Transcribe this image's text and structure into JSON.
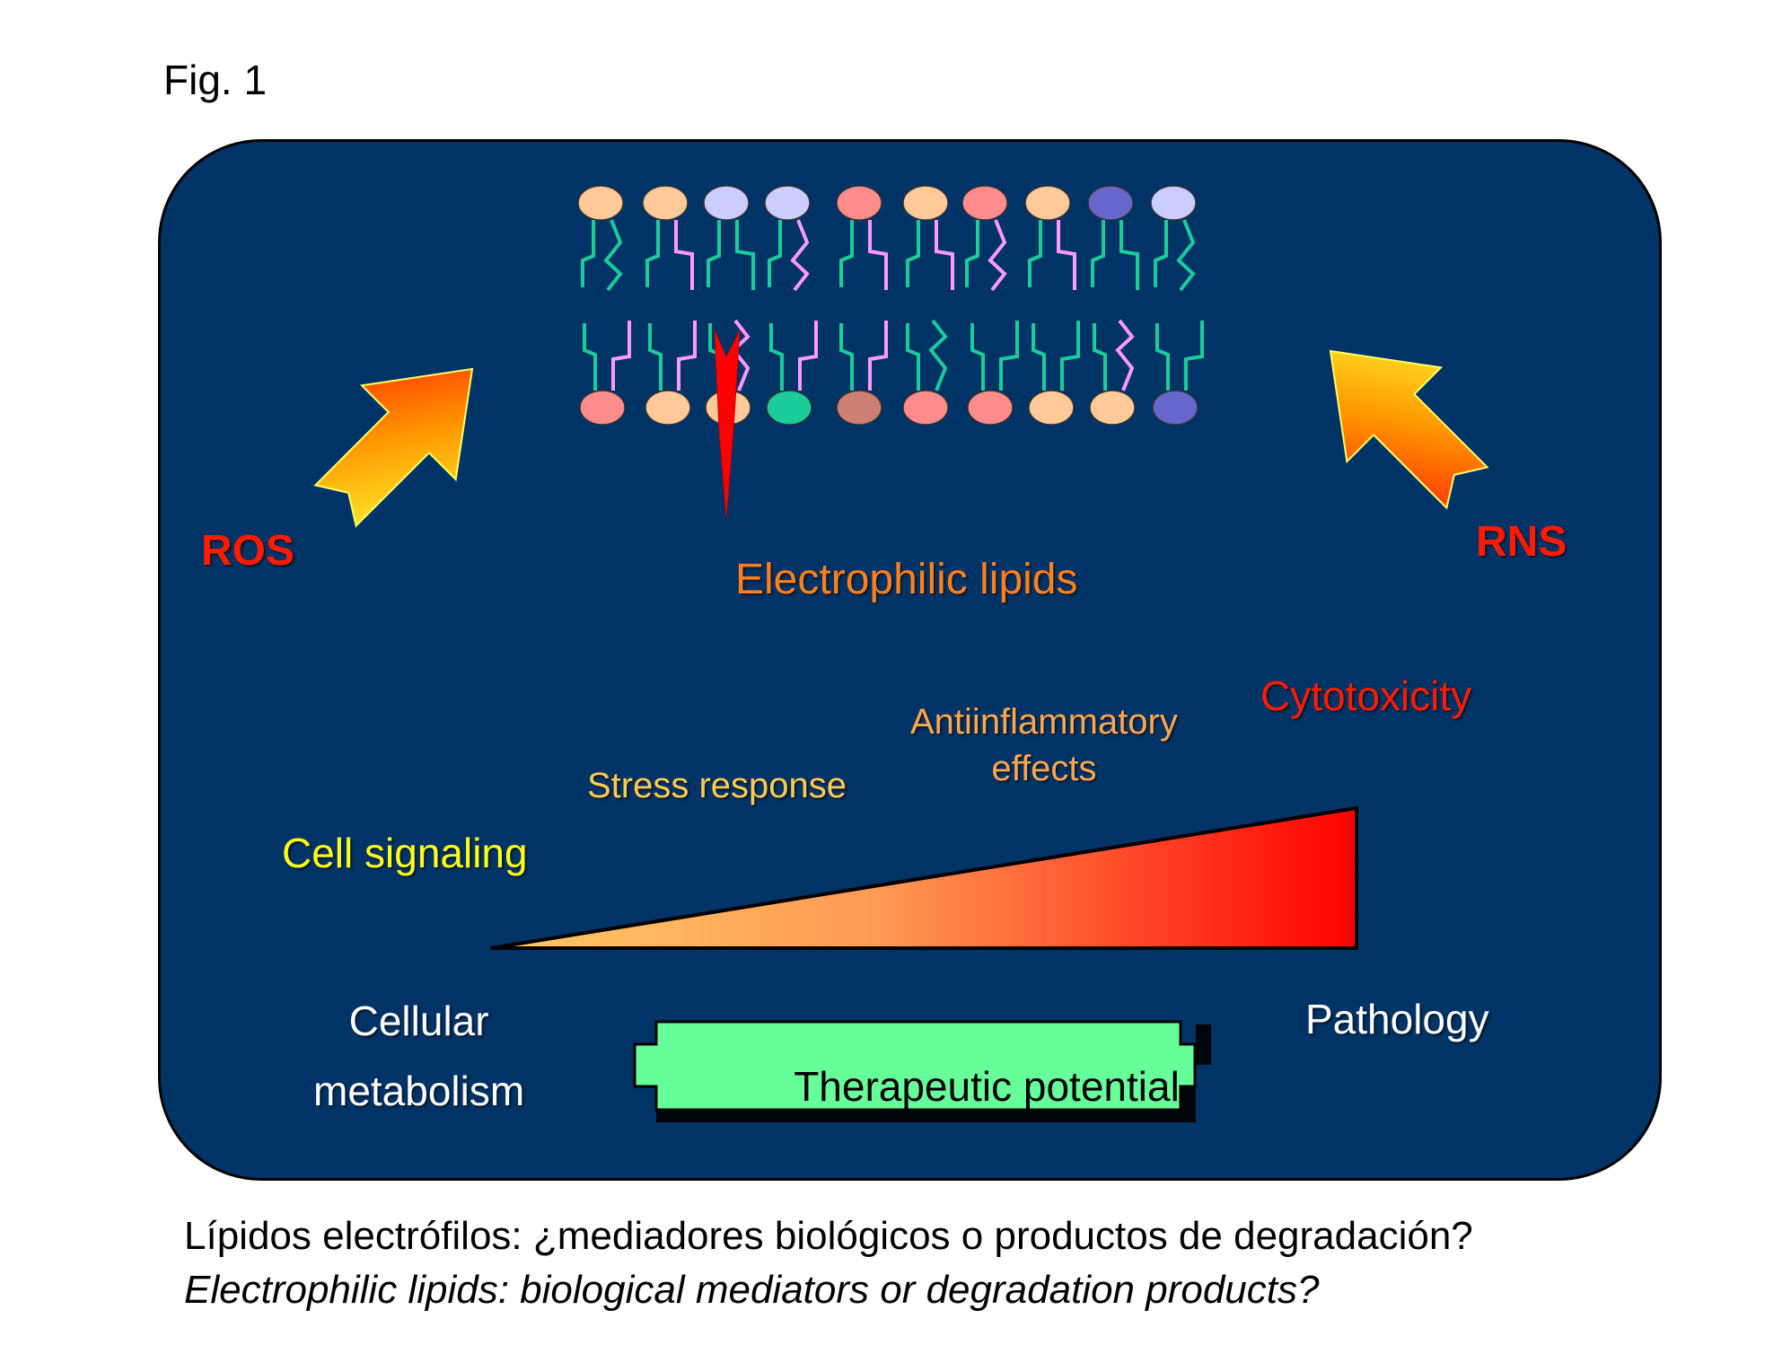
{
  "figure_label": "Fig. 1",
  "labels": {
    "ros": "ROS",
    "rns": "RNS",
    "electrophilic_lipids": "Electrophilic lipids",
    "cytotoxicity": "Cytotoxicity",
    "antiinflammatory_line1": "Antiinflammatory",
    "antiinflammatory_line2": "effects",
    "stress_response": "Stress response",
    "cell_signaling": "Cell signaling",
    "cellular_metabolism_line1": "Cellular",
    "cellular_metabolism_line2": "metabolism",
    "pathology": "Pathology",
    "therapeutic_potential": "Therapeutic potential"
  },
  "caption": {
    "spanish": "Lípidos electrófilos: ¿mediadores biológicos o productos de degradación?",
    "english": "Electrophilic lipids: biological mediators or degradation products?"
  },
  "colors": {
    "panel_background": "#003366",
    "oxidant_text": "#ff1a00",
    "electrophilic_text": "#ff7f1a",
    "therapeutic_box": "#66ff99",
    "gradient_start": "#ffcc66",
    "gradient_end": "#ff0000"
  },
  "membrane": {
    "top_heads": [
      "#ffc999",
      "#ffc999",
      "#ccccff",
      "#ccccff",
      "#ff8c8c",
      "#ffc999",
      "#ff8c8c",
      "#ffc999",
      "#6666cc",
      "#ccccff"
    ],
    "bottom_heads": [
      "#ff8c8c",
      "#ffc999",
      "#ffc999",
      "#1acc99",
      "#cc7f72",
      "#ff8c8c",
      "#ff8c8c",
      "#ffc999",
      "#ffc999",
      "#6666cc"
    ],
    "tail_colors": [
      "#1acc99",
      "#ff99ff",
      "#1acc99",
      "#ff99ff",
      "#ff99ff",
      "#ff99ff",
      "#ff99ff",
      "#ff99ff",
      "#1acc99",
      "#1acc99"
    ]
  }
}
